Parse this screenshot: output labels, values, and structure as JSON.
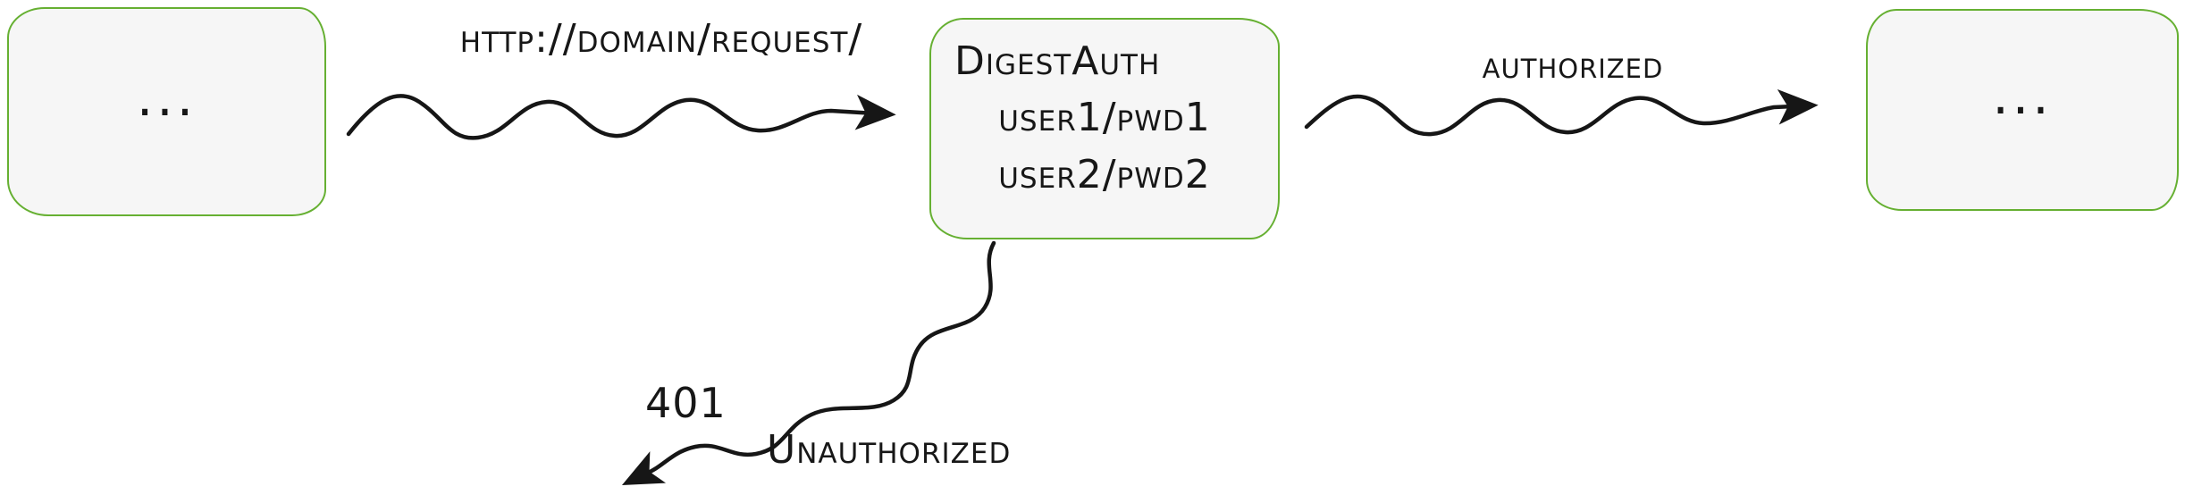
{
  "diagram": {
    "nodes": {
      "client": {
        "label": "..."
      },
      "server": {
        "title": "DigestAuth",
        "users": [
          "user1/pwd1",
          "user2/pwd2"
        ]
      },
      "result": {
        "label": "..."
      }
    },
    "edges": {
      "request": {
        "label": "http://domain/request/"
      },
      "authorized": {
        "label": "authorized"
      },
      "unauthorized": {
        "code": "401",
        "label": "Unauthorized"
      }
    },
    "colors": {
      "stroke": "#161616",
      "node_border": "#66b032",
      "node_fill": "#f6f6f6",
      "text": "#171717"
    }
  }
}
